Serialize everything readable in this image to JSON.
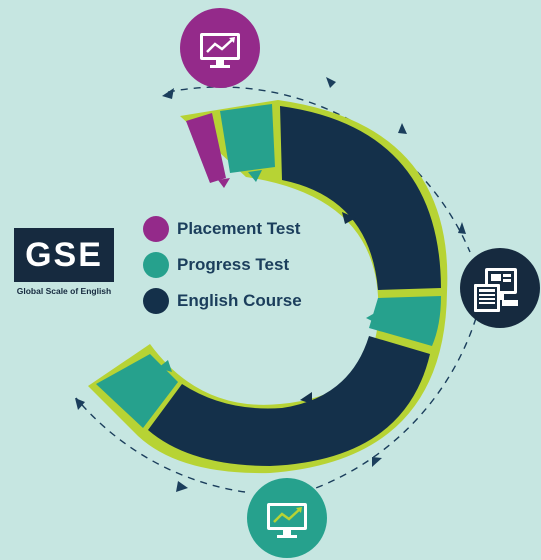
{
  "legend": [
    {
      "label": "Placement Test",
      "color": "#942a8a"
    },
    {
      "label": "Progress Test",
      "color": "#26a18d"
    },
    {
      "label": "English Course",
      "color": "#14304a"
    }
  ],
  "logo": {
    "text": "GSE",
    "tagline": "Global Scale of English"
  },
  "colors": {
    "background": "#c6e6e1",
    "outline": "#b7d334",
    "placement": "#942a8a",
    "progress": "#26a18d",
    "course": "#14304a",
    "dashed_path": "#1b3e5c"
  },
  "icons": [
    "monitor-chart-icon",
    "classroom-materials-icon",
    "monitor-chart-icon"
  ]
}
